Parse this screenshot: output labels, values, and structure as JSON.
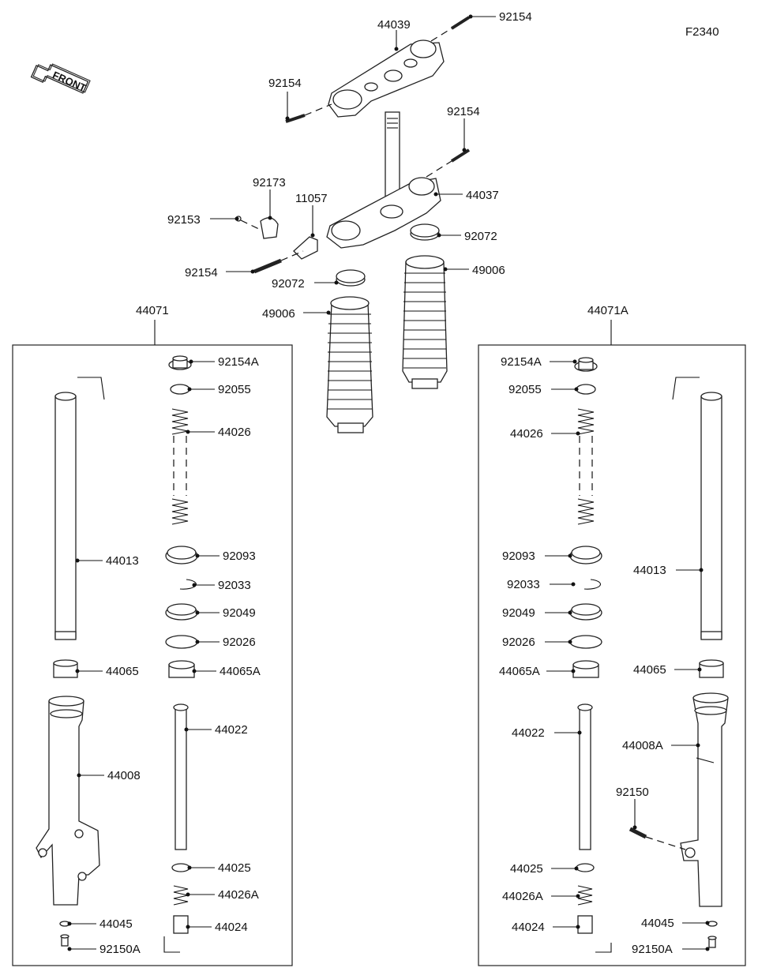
{
  "figure_code": "F2340",
  "front_arrow_label": "FRONT",
  "groups": {
    "left_fork": "44071",
    "right_fork": "44071A"
  },
  "labels": {
    "upper_clamp": "44039",
    "upper_bolt_right": "92154",
    "upper_bolt_left": "92154",
    "lower_bolt_right": "92154",
    "lower_clamp": "44037",
    "clamp_holder": "92173",
    "holder_bracket": "11057",
    "holder_bolt": "92153",
    "holder_long_bolt": "92154",
    "band_right": "92072",
    "band_left": "92072",
    "boot_right": "49006",
    "boot_left": "49006",
    "l_cap_bolt": "92154A",
    "l_oring": "92055",
    "l_spring": "44026",
    "l_dust_seal": "92093",
    "l_circlip": "92033",
    "l_oil_seal": "92049",
    "l_washer": "92026",
    "l_bush": "44065A",
    "l_inner_tube": "44013",
    "l_guide_bush": "44065",
    "l_outer_tube": "44008",
    "l_cylinder": "44022",
    "l_ring": "44025",
    "l_rebound_spring": "44026A",
    "l_piece": "44024",
    "l_gasket": "44045",
    "l_bottom_bolt": "92150A",
    "r_cap_bolt": "92154A",
    "r_oring": "92055",
    "r_spring": "44026",
    "r_dust_seal": "92093",
    "r_circlip": "92033",
    "r_oil_seal": "92049",
    "r_washer": "92026",
    "r_bush": "44065A",
    "r_inner_tube": "44013",
    "r_guide_bush": "44065",
    "r_outer_tube": "44008A",
    "r_caliper_bolt": "92150",
    "r_cylinder": "44022",
    "r_ring": "44025",
    "r_rebound_spring": "44026A",
    "r_piece": "44024",
    "r_gasket": "44045",
    "r_bottom_bolt": "92150A"
  }
}
